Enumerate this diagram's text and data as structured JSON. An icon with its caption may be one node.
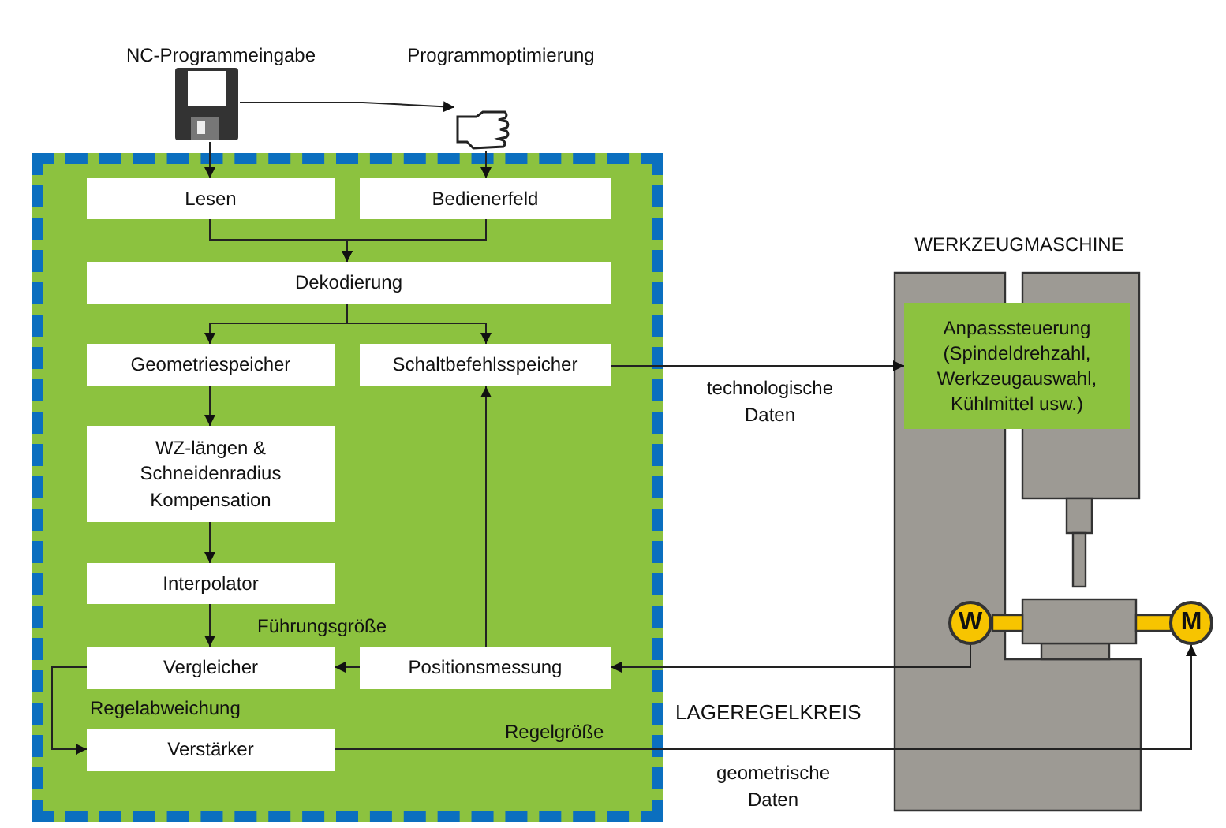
{
  "diagram": {
    "nodes": [
      {
        "text": [
          "NC-Programmeingabe"
        ]
      },
      {
        "text": [
          "Programmoptimierung"
        ]
      },
      {
        "text": [],
        "shape": "box"
      },
      {
        "text": [
          "Lesen"
        ],
        "in": 2
      },
      {
        "text": [
          "Bedienerfeld"
        ],
        "in": 2
      },
      {
        "text": [
          "Dekodierung"
        ],
        "in": 2
      },
      {
        "text": [
          "Geometriespeicher"
        ],
        "in": 2
      },
      {
        "text": [
          "Schaltbefehlsspeicher"
        ],
        "in": 2
      },
      {
        "text": [
          "WZ-längen & Schneidenradius Kompensation"
        ],
        "in": 2
      },
      {
        "text": [
          "Interpolator"
        ],
        "in": 2
      },
      {
        "text": [
          "Vergleicher"
        ],
        "in": 2
      },
      {
        "text": [
          "Positionsmessung"
        ],
        "in": 2
      },
      {
        "text": [
          "Verstärker"
        ],
        "in": 2
      },
      {
        "text": [
          "WERKZEUGMASCHINE"
        ]
      },
      {
        "text": [
          "Anpasssteuerung (Spindeldrehzahl, Werkzeugauswahl, Kühlmittel usw.)"
        ],
        "in": 13
      },
      {
        "text": [
          "W"
        ],
        "in": 13
      },
      {
        "text": [
          "M"
        ]
      }
    ],
    "edges": [
      {
        "from": 0,
        "to": 1,
        "arrow": "to"
      },
      {
        "from": 0,
        "to": 3,
        "arrow": "to"
      },
      {
        "from": 1,
        "to": 4,
        "arrow": "to"
      },
      {
        "from": 3,
        "to": 5,
        "arrow": "to"
      },
      {
        "from": 4,
        "to": 5,
        "arrow": "to"
      },
      {
        "from": 5,
        "to": 6,
        "arrow": "to"
      },
      {
        "from": 5,
        "to": 7,
        "arrow": "to"
      },
      {
        "from": 6,
        "to": 8,
        "arrow": "to"
      },
      {
        "from": 8,
        "to": 9,
        "arrow": "to"
      },
      {
        "from": 9,
        "to": 10,
        "arrow": "to",
        "label": "Führungsgröße"
      },
      {
        "from": 11,
        "to": 10,
        "arrow": "to"
      },
      {
        "from": 11,
        "to": 7,
        "arrow": "to"
      },
      {
        "from": 10,
        "to": 12,
        "arrow": "to",
        "label": "Regelabweichung"
      },
      {
        "from": 7,
        "to": 14,
        "arrow": "to",
        "label": "technologische Daten"
      },
      {
        "from": 15,
        "to": 11,
        "arrow": "to"
      },
      {
        "from": 12,
        "to": 16,
        "arrow": "to",
        "label": "geometrische Daten"
      }
    ],
    "labels": [
      "LAGEREGELKREIS",
      "Regelgröße"
    ]
  }
}
